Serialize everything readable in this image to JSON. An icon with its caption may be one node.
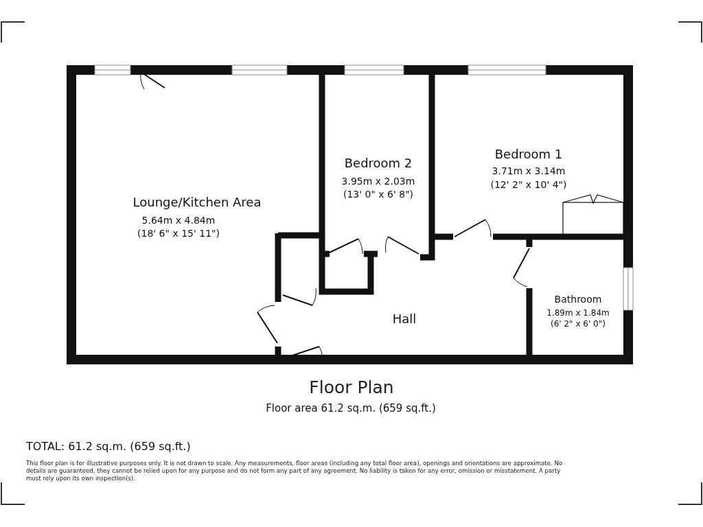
{
  "diagram": {
    "title": "Floor Plan",
    "labels": [
      "Lounge/Kitchen Area",
      "5.64m x 4.84m",
      "(18' 6\" x 15' 11\")",
      "Bedroom 2",
      "3.95m x 2.03m",
      "(13' 0\" x 6' 8\")",
      "Bedroom 1",
      "3.71m x 3.14m",
      "(12' 2\" x 10' 4\")",
      "Hall",
      "Bathroom",
      "1.89m x 1.84m",
      "(6' 2\" x 6' 0\")",
      "Floor area 61.2 sq.m. (659 sq.ft.)",
      "TOTAL: 61.2 sq.m. (659 sq.ft.)",
      "This floor plan is for illustrative purposes only. It is not drawn to scale. Any measurements, floor areas (including any total floor area), openings and orientations are approximate. No details are guaranteed, they cannot be relied upon for any purpose and do not form any part of any agreement. No liability is taken for any error, omission or misstatement. A party must rely upon its own inspection(s)."
    ]
  }
}
